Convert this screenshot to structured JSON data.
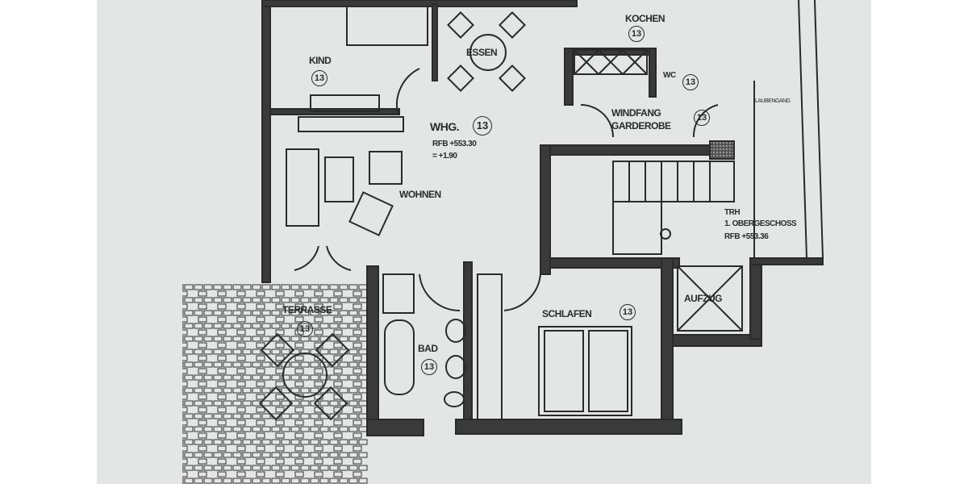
{
  "plan": {
    "apartment": {
      "label": "WHG.",
      "number": "13",
      "rfb": "RFB +553.30",
      "level": "= +1.90"
    },
    "rooms": [
      {
        "name": "KIND",
        "number": "13"
      },
      {
        "name": "ESSEN"
      },
      {
        "name": "KOCHEN",
        "number": "13"
      },
      {
        "name": "WC",
        "number": "13"
      },
      {
        "name": "WINDFANG",
        "name2": "GARDEROBE",
        "number": "13"
      },
      {
        "name": "WOHNEN"
      },
      {
        "name": "TERRASSE",
        "number": "13"
      },
      {
        "name": "BAD",
        "number": "13"
      },
      {
        "name": "SCHLAFEN",
        "number": "13"
      },
      {
        "name": "AUFZUG"
      }
    ],
    "stair": {
      "label": "TRH",
      "floor": "1. OBERGESCHOSS",
      "rfb": "RFB +553.36"
    },
    "corridor": "LAUBENGANG"
  },
  "colors": {
    "paper": "#e4e6e6",
    "wall": "#3a3a3a",
    "line": "#2a2a2a"
  }
}
